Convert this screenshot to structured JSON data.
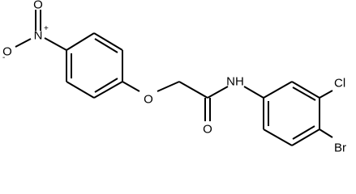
{
  "molecule": {
    "atoms": {
      "nitro_n": {
        "label": "N",
        "charge": "+"
      },
      "nitro_o_top": {
        "label": "O"
      },
      "nitro_o_left": {
        "label": "O",
        "charge": "-"
      },
      "ether_o": {
        "label": "O"
      },
      "carbonyl_o": {
        "label": "O"
      },
      "amide_n": {
        "label": "NH"
      },
      "chlorine": {
        "label": "Cl"
      },
      "bromine": {
        "label": "Br"
      }
    }
  },
  "colors": {
    "bond": "#000000",
    "text": "#000000",
    "background": "#ffffff"
  }
}
